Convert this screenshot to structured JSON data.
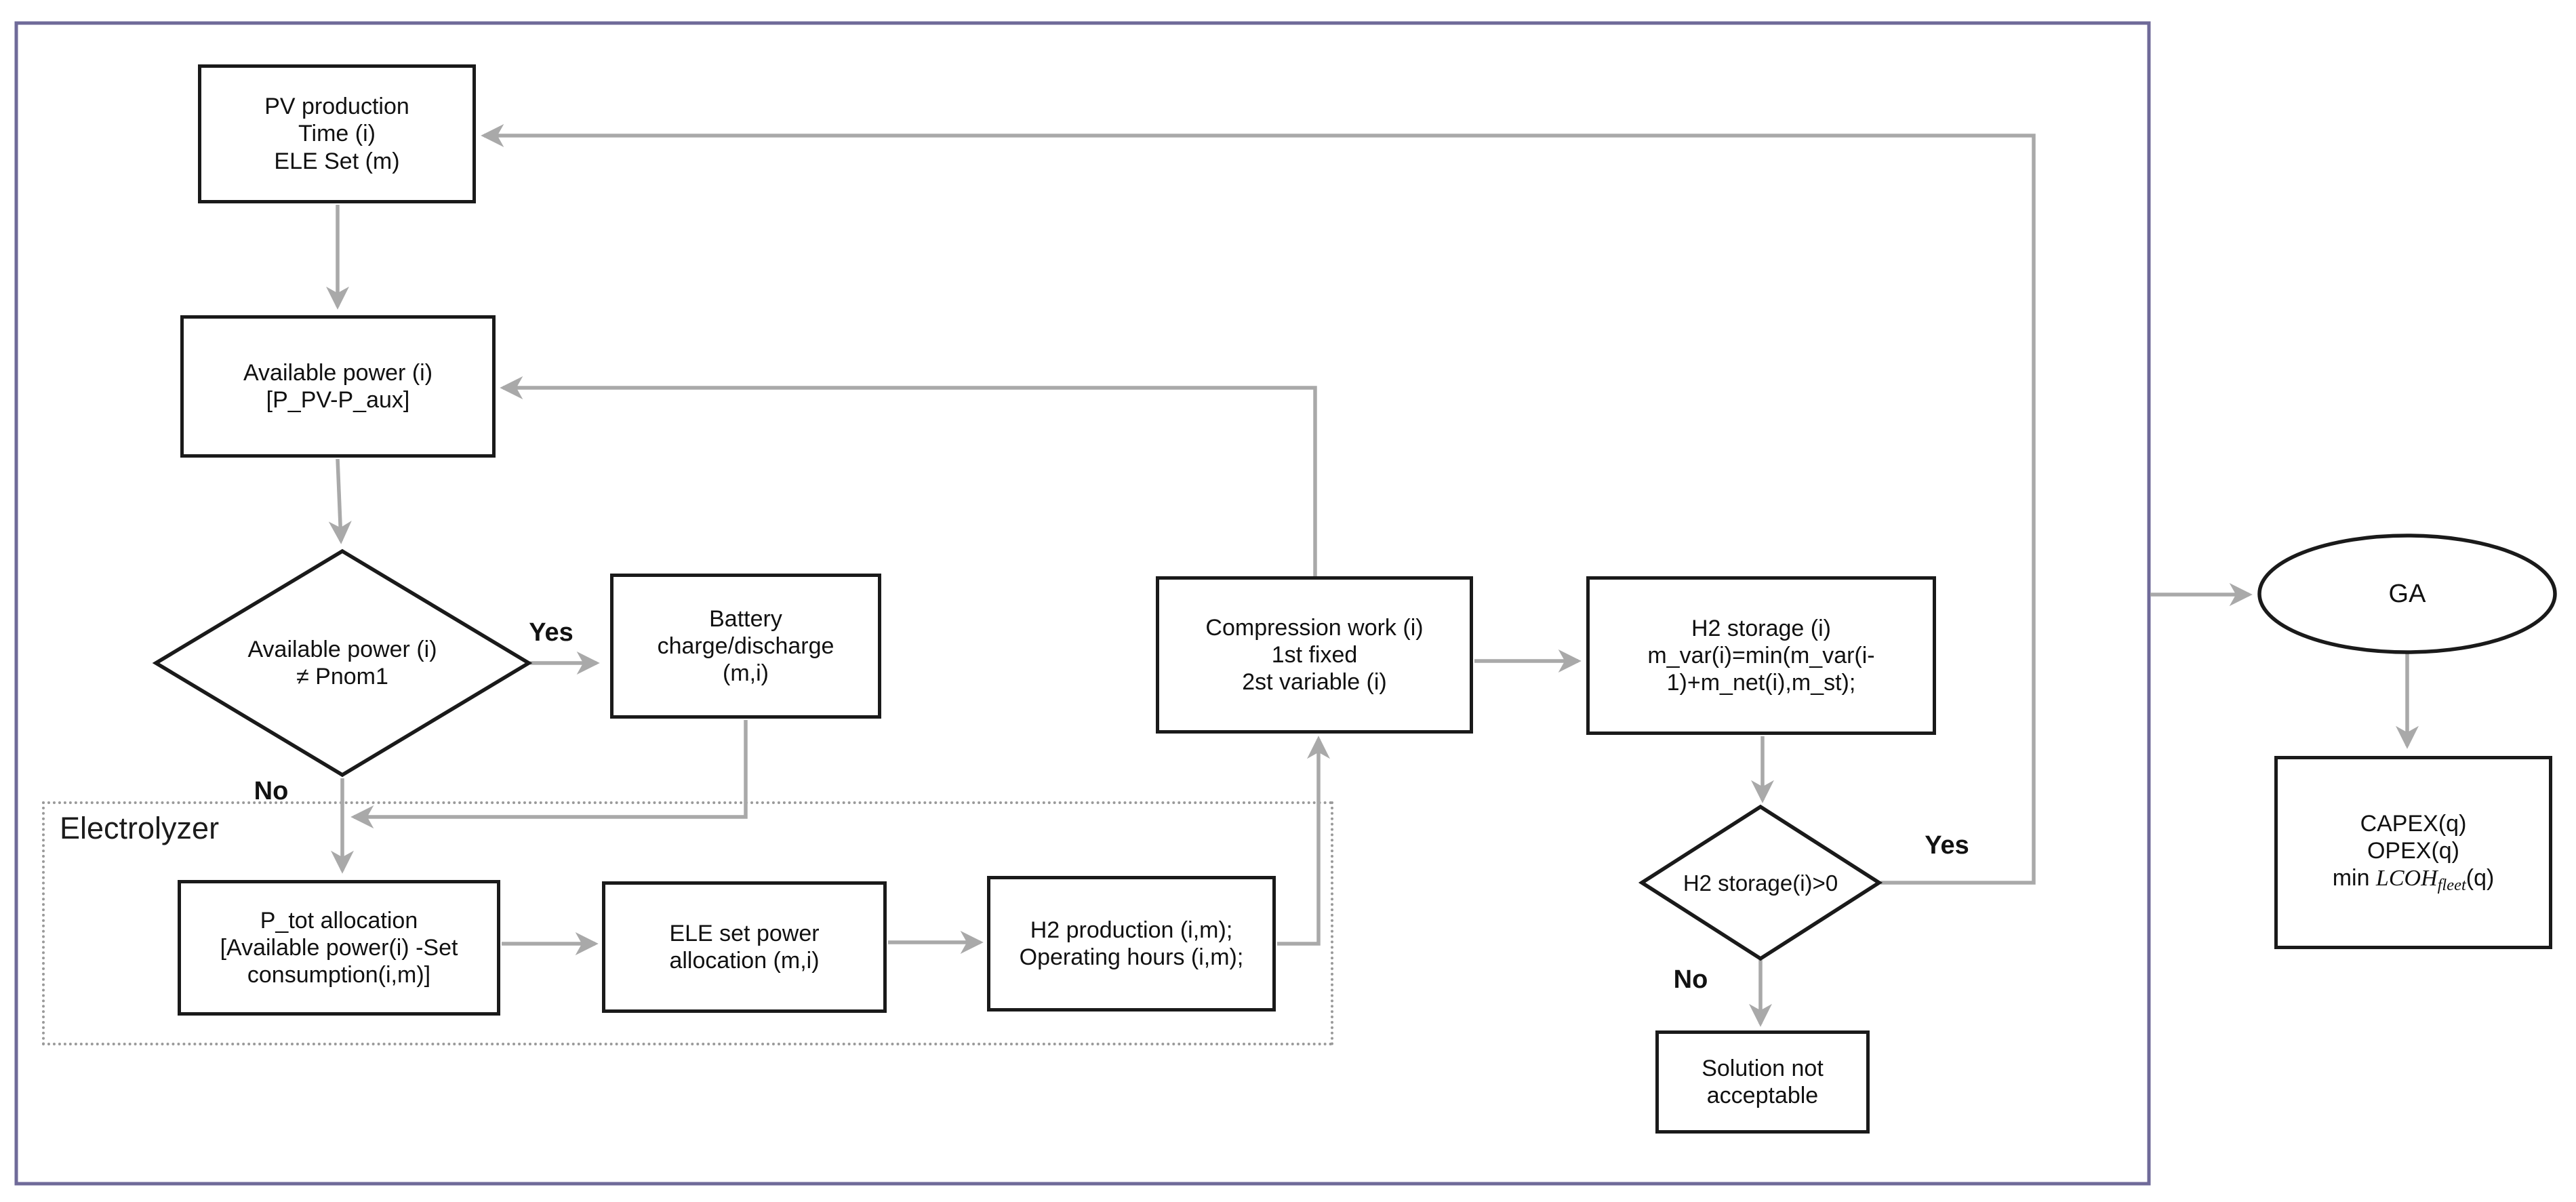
{
  "flowchart": {
    "region_label": "Electrolyzer",
    "nodes": {
      "pv_production": {
        "line1": "PV production",
        "line2": "Time (i)",
        "line3": "ELE Set (m)"
      },
      "available_power": {
        "line1": "Available power (i)",
        "line2": "[P_PV-P_aux]"
      },
      "available_power_check": {
        "line1": "Available power (i)",
        "line2": "≠ Pnom1"
      },
      "battery": {
        "line1": "Battery",
        "line2": "charge/discharge",
        "line3": "(m,i)"
      },
      "p_tot_allocation": {
        "line1": "P_tot allocation",
        "line2": "[Available power(i) -Set",
        "line3": "consumption(i,m)]"
      },
      "ele_set_power_allocation": {
        "line1": "ELE set power",
        "line2": "allocation (m,i)"
      },
      "h2_production": {
        "line1": "H2 production (i,m);",
        "line2": "Operating hours (i,m);"
      },
      "compression_work": {
        "line1": "Compression work (i)",
        "line2": "1st fixed",
        "line3": "2st variable (i)"
      },
      "h2_storage": {
        "line1": "H2 storage (i)",
        "line2": "m_var(i)=min(m_var(i-",
        "line3": "1)+m_net(i),m_st);"
      },
      "h2_storage_check": {
        "line1": "H2 storage(i)>0"
      },
      "solution_not_acceptable": {
        "line1": "Solution not",
        "line2": "acceptable"
      },
      "ga": {
        "label": "GA"
      },
      "objective": {
        "line1": "CAPEX(q)",
        "line2": "OPEX(q)",
        "line3_prefix": "min ",
        "line3_var": "LCOH",
        "line3_sub": "fleet",
        "line3_suffix": "(q)"
      }
    },
    "edge_labels": {
      "available_power_yes": "Yes",
      "available_power_no": "No",
      "h2_storage_yes": "Yes",
      "h2_storage_no": "No"
    },
    "colors": {
      "outer_border": "#6f6a99",
      "connector": "#a9a9a9",
      "node_border": "#1a1a1a",
      "dashed_border": "#9a9a9a",
      "text": "#111111"
    }
  }
}
